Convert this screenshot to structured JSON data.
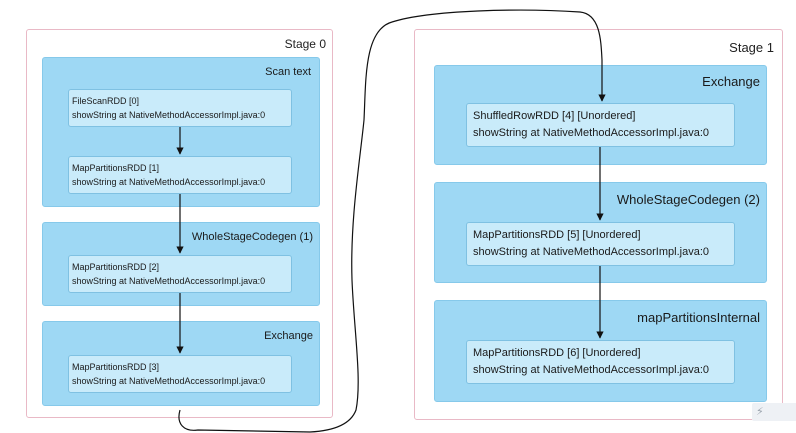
{
  "stage0": {
    "title": "Stage 0",
    "clusters": [
      {
        "title": "Scan text",
        "nodes": [
          {
            "name": "FileScanRDD [0]",
            "detail": "showString at NativeMethodAccessorImpl.java:0"
          },
          {
            "name": "MapPartitionsRDD [1]",
            "detail": "showString at NativeMethodAccessorImpl.java:0"
          }
        ]
      },
      {
        "title": "WholeStageCodegen (1)",
        "nodes": [
          {
            "name": "MapPartitionsRDD [2]",
            "detail": "showString at NativeMethodAccessorImpl.java:0"
          }
        ]
      },
      {
        "title": "Exchange",
        "nodes": [
          {
            "name": "MapPartitionsRDD [3]",
            "detail": "showString at NativeMethodAccessorImpl.java:0"
          }
        ]
      }
    ]
  },
  "stage1": {
    "title": "Stage 1",
    "clusters": [
      {
        "title": "Exchange",
        "nodes": [
          {
            "name": "ShuffledRowRDD [4] [Unordered]",
            "detail": "showString at NativeMethodAccessorImpl.java:0"
          }
        ]
      },
      {
        "title": "WholeStageCodegen (2)",
        "nodes": [
          {
            "name": "MapPartitionsRDD [5] [Unordered]",
            "detail": "showString at NativeMethodAccessorImpl.java:0"
          }
        ]
      },
      {
        "title": "mapPartitionsInternal",
        "nodes": [
          {
            "name": "MapPartitionsRDD [6] [Unordered]",
            "detail": "showString at NativeMethodAccessorImpl.java:0"
          }
        ]
      }
    ]
  },
  "colors": {
    "stage_border": "#e9b9c6",
    "cluster_fill": "#9ed8f4",
    "node_fill": "#c9ebfa",
    "edge": "#111111"
  }
}
